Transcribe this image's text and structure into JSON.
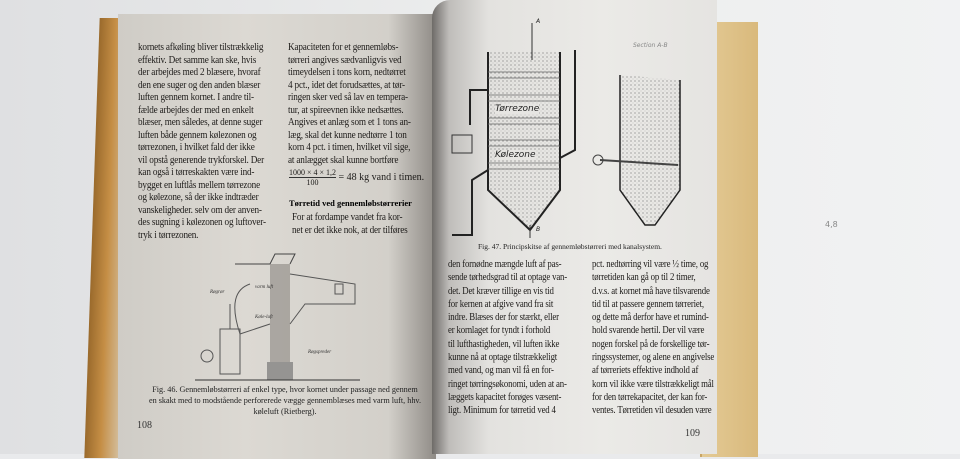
{
  "left_page": {
    "column1": [
      "kornets afkøling bliver tilstrækkelig",
      "effektiv. Det samme kan ske, hvis",
      "der arbejdes med 2 blæsere, hvoraf",
      "den ene suger og den anden blæser",
      "luften gennem kornet. I andre til-",
      "fælde arbejdes der med en enkelt",
      "blæser, men således, at denne suger",
      "luften både gennem kølezonen og",
      "tørrezonen, i hvilket fald der ikke",
      "vil opstå generende trykforskel. Der",
      "kan også i tørreskakten være ind-",
      "bygget en luftlås mellem tørrezone",
      "og kølezone, så der ikke indtræder",
      "vanskeligheder. selv om der anven-",
      "des sugning i kølezonen og luftover-",
      "tryk i tørrezonen."
    ],
    "column2": [
      "Kapaciteten for et gennemløbs-",
      "tørreri angives sædvanligvis ved",
      "timeydelsen i tons korn, nedtørret",
      "4 pct., idet det forudsættes, at tør-",
      "ringen sker ved så lav en tempera-",
      "tur, at spireevnen ikke nedsættes.",
      "Angives et anlæg som et 1 tons an-",
      "læg, skal det kunne nedtørre 1 ton",
      "korn 4 pct. i timen, hvilket vil sige,",
      "at anlægget skal kunne bortføre"
    ],
    "formula_numerator": "1000 × 4 × 1,2",
    "formula_denominator": "100",
    "formula_result": "= 48 kg vand i timen.",
    "subheading": "Tørretid ved gennemløbstørrerier",
    "column2_after": [
      "For at fordampe vandet fra kor-",
      "net er det ikke nok, at der tilføres"
    ],
    "figure_labels": [
      "Røgrør",
      "varm luft",
      "Køle-luft",
      "Røgspreder"
    ],
    "caption": [
      "Fig. 46. Gennemløbstørreri af enkel type, hvor kornet under passage ned gennem",
      "en skakt med to modstående perforerede vægge gennemblæses med varm luft, hhv.",
      "køleluft (Rietberg)."
    ],
    "page_number": "108"
  },
  "right_page": {
    "figure_labels": {
      "top": "A",
      "bottom": "B",
      "zone1": "Tørrezone",
      "zone2": "Kølezone",
      "section": "Section A-B"
    },
    "caption": "Fig. 47. Principskitse af gennemløbstørreri med kanalsystem.",
    "column1": [
      "den fornødne mængde luft af pas-",
      "sende tørhedsgrad til at optage van-",
      "det. Det kræver tillige en vis tid",
      "for kernen at afgive vand fra sit",
      "indre. Blæses der for stærkt, eller",
      "er kornlaget for tyndt i forhold",
      "til lufthastigheden, vil luften ikke",
      "kunne nå at optage tilstrækkeligt",
      "med vand, og man vil få en for-",
      "ringet tørringsøkonomi, uden at an-",
      "læggets kapacitet forøges væsent-",
      "ligt. Minimum for tørretid ved 4"
    ],
    "column2": [
      "pct. nedtørring vil være ½ time, og",
      "tørretiden kan gå op til 2 timer,",
      "d.v.s. at kornet må have tilsvarende",
      "tid til at passere gennem tørreriet,",
      "og dette må derfor have et rumind-",
      "hold svarende hertil. Der vil være",
      "nogen forskel på de forskellige tør-",
      "ringssystemer, og alene en angivelse",
      "af tørreriets effektive indhold af",
      "korn vil ikke være tilstrækkeligt mål",
      "for den tørrekapacitet, der kan for-",
      "ventes. Tørretiden vil desuden være"
    ],
    "page_number": "109"
  },
  "pencil_mark": "4,8"
}
